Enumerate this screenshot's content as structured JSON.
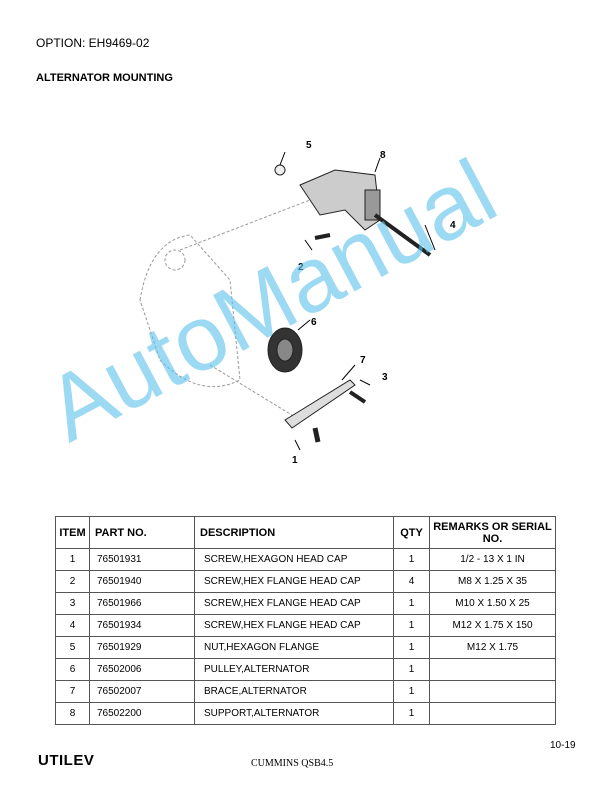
{
  "header": {
    "option": "OPTION: EH9469-02",
    "title": "ALTERNATOR MOUNTING"
  },
  "diagram": {
    "callouts": [
      "1",
      "2",
      "3",
      "4",
      "5",
      "6",
      "7",
      "8"
    ]
  },
  "watermark": "AutoManual",
  "table": {
    "headers": [
      "ITEM",
      "PART NO.",
      "DESCRIPTION",
      "QTY",
      "REMARKS OR SERIAL NO."
    ],
    "rows": [
      [
        "1",
        "76501931",
        "SCREW,HEXAGON HEAD CAP",
        "1",
        "1/2 - 13 X 1 IN"
      ],
      [
        "2",
        "76501940",
        "SCREW,HEX FLANGE HEAD CAP",
        "4",
        "M8 X 1.25 X 35"
      ],
      [
        "3",
        "76501966",
        "SCREW,HEX FLANGE HEAD CAP",
        "1",
        "M10 X 1.50 X 25"
      ],
      [
        "4",
        "76501934",
        "SCREW,HEX FLANGE HEAD CAP",
        "1",
        "M12 X 1.75 X 150"
      ],
      [
        "5",
        "76501929",
        "NUT,HEXAGON FLANGE",
        "1",
        "M12 X 1.75"
      ],
      [
        "6",
        "76502006",
        "PULLEY,ALTERNATOR",
        "1",
        ""
      ],
      [
        "7",
        "76502007",
        "BRACE,ALTERNATOR",
        "1",
        ""
      ],
      [
        "8",
        "76502200",
        "SUPPORT,ALTERNATOR",
        "1",
        ""
      ]
    ]
  },
  "footer": {
    "page": "10-19",
    "logo": "UTILEV",
    "model": "CUMMINS QSB4.5"
  }
}
